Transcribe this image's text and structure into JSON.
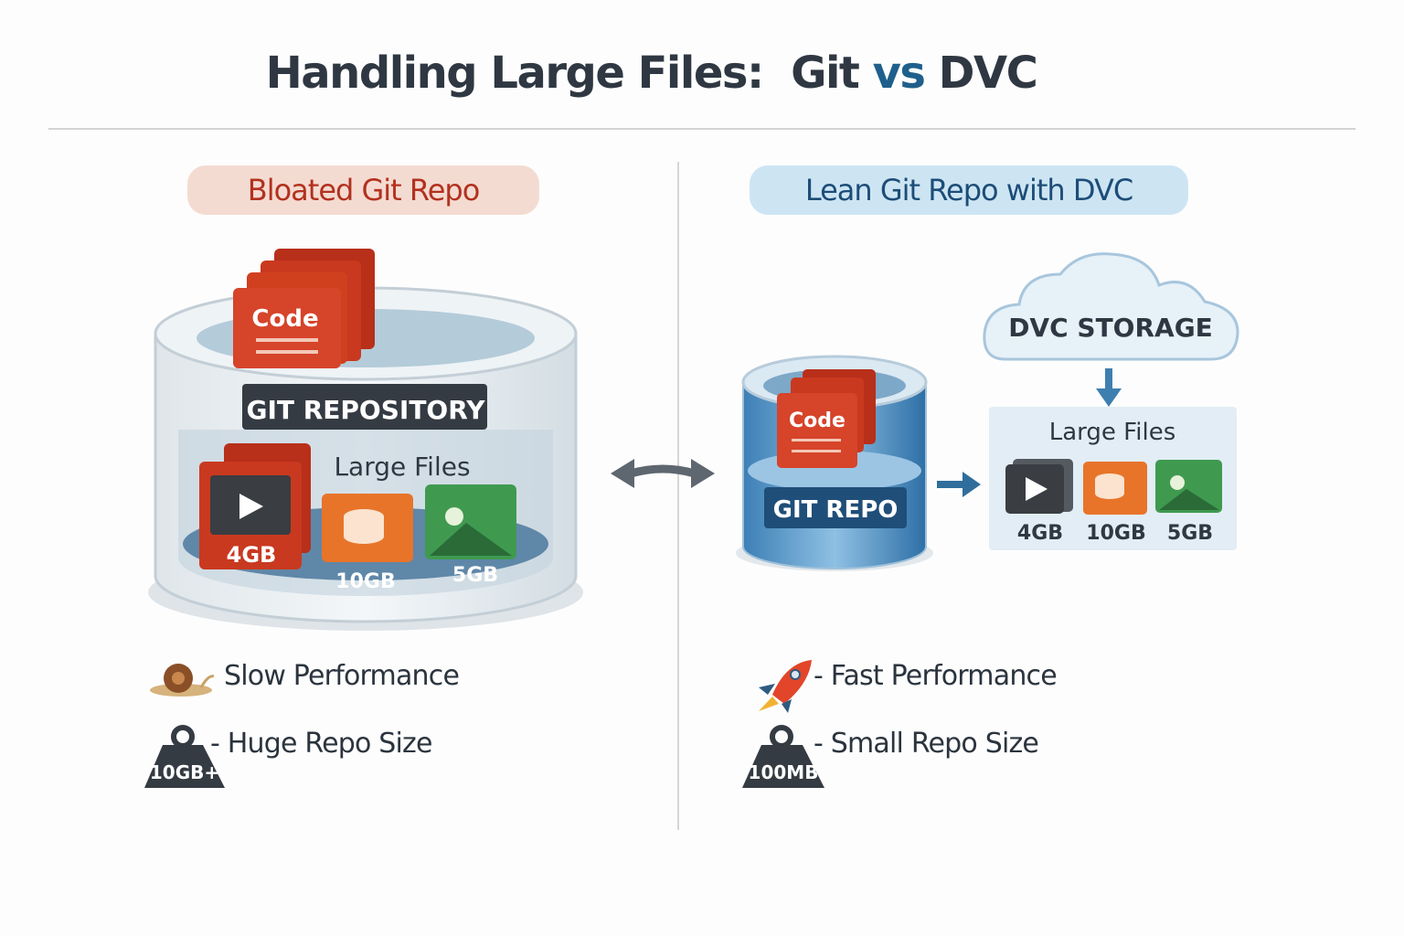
{
  "title": {
    "part1": "Handling Large Files:",
    "part2": "Git",
    "vs": "vs",
    "part3": "DVC"
  },
  "left": {
    "banner": "Bloated Git Repo",
    "code_label": "Code",
    "repo_label": "GIT REPOSITORY",
    "large_files_label": "Large Files",
    "files": [
      {
        "type": "video",
        "size": "4GB"
      },
      {
        "type": "database",
        "size": "10GB"
      },
      {
        "type": "image",
        "size": "5GB"
      }
    ],
    "points": [
      {
        "icon": "snail-icon",
        "text": "Slow Performance"
      },
      {
        "icon": "weight-icon",
        "badge": "10GB+",
        "text": "- Huge Repo Size"
      }
    ]
  },
  "right": {
    "banner": "Lean Git Repo with DVC",
    "code_label": "Code",
    "repo_label": "GIT REPO",
    "storage_label": "DVC STORAGE",
    "large_files_label": "Large Files",
    "files": [
      {
        "type": "video",
        "size": "4GB"
      },
      {
        "type": "database",
        "size": "10GB"
      },
      {
        "type": "image",
        "size": "5GB"
      }
    ],
    "points": [
      {
        "icon": "rocket-icon",
        "text": "- Fast Performance"
      },
      {
        "icon": "weight-icon",
        "badge": "100MB",
        "text": "- Small Repo Size"
      }
    ]
  },
  "colors": {
    "red": "#c9391f",
    "blue": "#1f5f8b",
    "dark": "#353b42",
    "orange": "#e8742a",
    "green": "#3f9a4f"
  }
}
